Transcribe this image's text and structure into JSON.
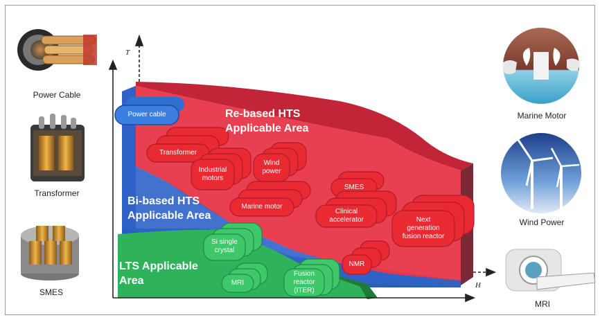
{
  "left_items": [
    {
      "label": "Power Cable"
    },
    {
      "label": "Transformer"
    },
    {
      "label": "SMES"
    }
  ],
  "right_items": [
    {
      "label": "Marine Motor"
    },
    {
      "label": "Wind Power"
    },
    {
      "label": "MRI"
    }
  ],
  "axes": {
    "t": "T",
    "h": "H"
  },
  "areas": {
    "re": {
      "line1": "Re-based HTS",
      "line2": "Applicable Area",
      "color": "#e8384a"
    },
    "bi": {
      "line1": "Bi-based HTS",
      "line2": "Applicable Area",
      "color": "#2f63c9"
    },
    "lts": {
      "line1": "LTS Applicable",
      "line2": "Area",
      "color": "#2fb35a"
    }
  },
  "applications": {
    "power_cable": "Power cable",
    "transformer": "Transformer",
    "industrial_motors": [
      "Industrial",
      "motors"
    ],
    "wind_power": [
      "Wind",
      "power"
    ],
    "marine_motor": "Marine motor",
    "smes": "SMES",
    "clinical_accelerator": [
      "Clinical",
      "accelerator"
    ],
    "fusion_next": [
      "Next",
      "generation",
      "fusion reactor"
    ],
    "nmr": "NMR",
    "si_crystal": [
      "Si single",
      "crystal"
    ],
    "mri": "MRI",
    "fusion_iter": [
      "Fusion",
      "reactor",
      "(ITER)"
    ]
  }
}
